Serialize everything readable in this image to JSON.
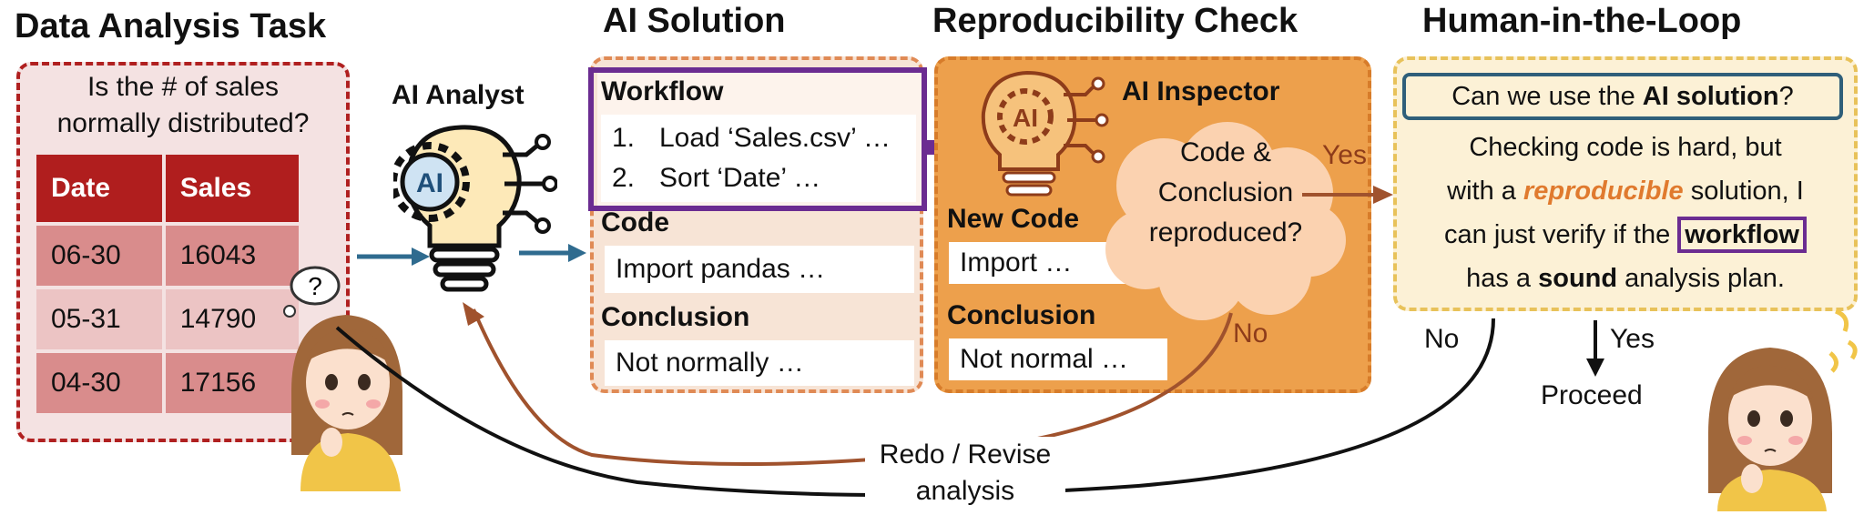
{
  "titles": {
    "task": "Data Analysis Task",
    "solution": "AI Solution",
    "check": "Reproducibility Check",
    "human": "Human-in-the-Loop"
  },
  "task": {
    "question_line1": "Is the # of sales",
    "question_line2": "normally distributed?",
    "columns": [
      "Date",
      "Sales"
    ],
    "rows": [
      [
        "06-30",
        "16043"
      ],
      [
        "05-31",
        "14790"
      ],
      [
        "04-30",
        "17156"
      ]
    ]
  },
  "analyst": {
    "label": "AI Analyst",
    "icon_text": "AI"
  },
  "solution": {
    "workflow_label": "Workflow",
    "workflow_steps": [
      "Load ‘Sales.csv’ …",
      "Sort ‘Date’ …"
    ],
    "step_numbers": [
      "1.",
      "2."
    ],
    "code_label": "Code",
    "code_value": "Import pandas …",
    "conclusion_label": "Conclusion",
    "conclusion_value": "Not normally …"
  },
  "check": {
    "inspector_label": "AI Inspector",
    "icon_text": "AI",
    "cloud_lines": [
      "Code &",
      "Conclusion",
      "reproduced?"
    ],
    "new_code_label": "New Code",
    "new_code_value": "Import …",
    "conclusion_label": "Conclusion",
    "conclusion_value": "Not normal …",
    "yes_label": "Yes",
    "no_label": "No"
  },
  "human": {
    "question_pre": "Can we use the ",
    "question_bold": "AI solution",
    "question_post": "?",
    "line1": "Checking code is hard, but",
    "line2_pre": "with a ",
    "line2_em": "reproducible",
    "line2_post": " solution, I",
    "line3_pre": "can just verify if the ",
    "line3_bold": "workflow",
    "line4_pre": "has a ",
    "line4_bold": "sound",
    "line4_post": " analysis plan.",
    "no_label": "No",
    "yes_label": "Yes",
    "proceed_label": "Proceed"
  },
  "loop": {
    "line1": "Redo / Revise",
    "line2": "analysis"
  },
  "colors": {
    "task_border": "#b02020",
    "solution_border": "#e08a55",
    "check_fill": "#eda04c",
    "human_fill": "#fcf1d6",
    "workflow_frame": "#6b2c91",
    "arrow_blue": "#2f6b8f",
    "redo_arrow": "#a0522d"
  },
  "icons": [
    "ai-lightbulb-icon",
    "thinking-person-icon",
    "thought-bubble-icon",
    "cloud-icon"
  ]
}
